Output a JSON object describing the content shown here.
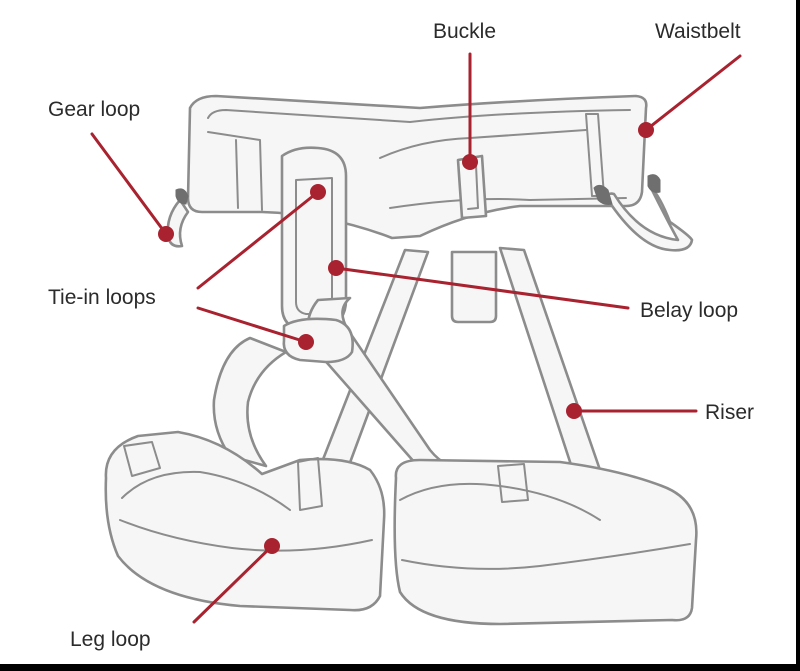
{
  "labels": {
    "buckle": "Buckle",
    "waistbelt": "Waistbelt",
    "gear_loop": "Gear loop",
    "tie_in_loops": "Tie-in loops",
    "belay_loop": "Belay loop",
    "riser": "Riser",
    "leg_loop": "Leg loop"
  },
  "colors": {
    "leader": "#a8222f",
    "outline": "#8c8c8c",
    "fill": "#f6f6f6",
    "text": "#2b2b2b"
  }
}
